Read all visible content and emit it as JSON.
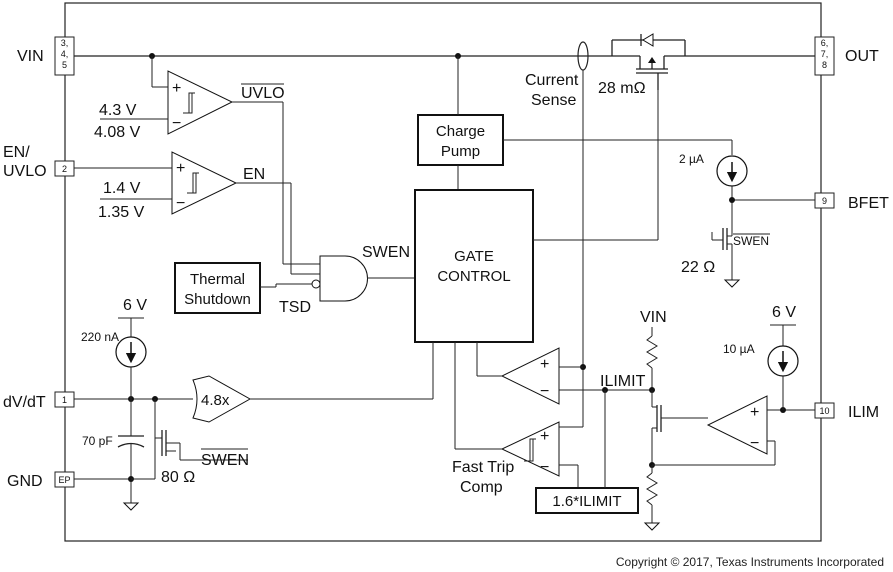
{
  "pins": {
    "vin": {
      "name": "VIN",
      "nums": [
        "3,",
        "4,",
        "5"
      ]
    },
    "out": {
      "name": "OUT",
      "nums": [
        "6,",
        "7,",
        "8"
      ]
    },
    "en": {
      "name1": "EN/",
      "name2": "UVLO",
      "num": "2"
    },
    "bfet": {
      "name": "BFET",
      "num": "9"
    },
    "dvdt": {
      "name": "dV/dT",
      "num": "1"
    },
    "ilim": {
      "name": "ILIM",
      "num": "10"
    },
    "gnd": {
      "name": "GND",
      "num": "EP"
    }
  },
  "blocks": {
    "charge_pump": {
      "line1": "Charge",
      "line2": "Pump"
    },
    "gate_control": {
      "line1": "GATE",
      "line2": "CONTROL"
    },
    "thermal": {
      "line1": "Thermal",
      "line2": "Shutdown"
    },
    "fast_trip_ref": "1.6*ILIMIT",
    "amp": "4.8x"
  },
  "labels": {
    "uvlo_hi": "4.3 V",
    "uvlo_lo": "4.08 V",
    "uvlo_sig": "UVLO",
    "en_hi": "1.4 V",
    "en_lo": "1.35 V",
    "en_sig": "EN",
    "swen": "SWEN",
    "tsd": "TSD",
    "current": "Current",
    "sense": "Sense",
    "rds": "28 mΩ",
    "i_bfet": "2 µA",
    "swen_bfet": "SWEN",
    "r_bfet": "22 Ω",
    "v_dvdt": "6 V",
    "i_dvdt": "220 nA",
    "cap": "70 pF",
    "r_dvdt": "80 Ω",
    "swen_dvdt": "SWEN",
    "vin_small": "VIN",
    "ilimit": "ILIMIT",
    "v_ilim": "6 V",
    "i_ilim": "10 µA",
    "fast_trip1": "Fast Trip",
    "fast_trip2": "Comp",
    "plus": "+",
    "minus": "−"
  },
  "footer": {
    "copyright": "Copyright © 2017, Texas Instruments Incorporated"
  }
}
